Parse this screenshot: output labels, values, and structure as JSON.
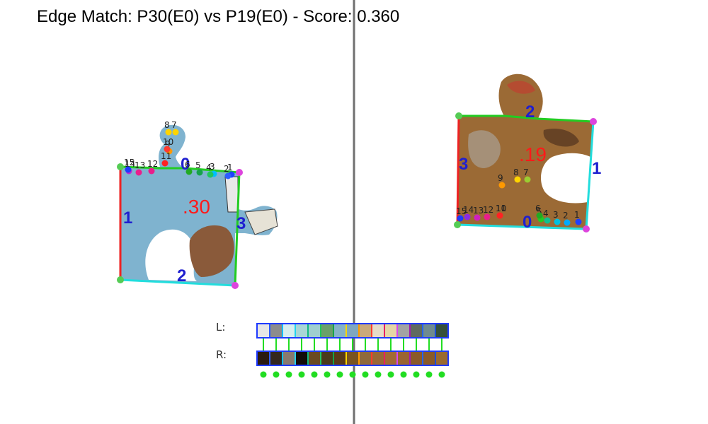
{
  "title": "Edge Match: P30(E0) vs P19(E0) - Score: 0.360",
  "left_piece": {
    "id_label": "30",
    "edge_labels": [
      "0",
      "1",
      "2",
      "3"
    ],
    "point_labels": [
      "1",
      "2",
      "3",
      "4",
      "5",
      "6",
      "7",
      "8",
      "9",
      "10",
      "11",
      "12",
      "13",
      "14",
      "15"
    ],
    "point_colors": [
      "#1e40ff",
      "#2c5cff",
      "#00bfff",
      "#22c55e",
      "#16a34a",
      "#22aa22",
      "#ffd400",
      "#ffd400",
      "#ff9900",
      "#ff3b30",
      "#ff2222",
      "#e91e8c",
      "#e91e8c",
      "#c026d3",
      "#1e3aff"
    ]
  },
  "right_piece": {
    "id_label": "19",
    "edge_labels": [
      "0",
      "1",
      "2",
      "3"
    ],
    "point_labels": [
      "1",
      "2",
      "3",
      "4",
      "5",
      "6",
      "7",
      "8",
      "9",
      "10",
      "11",
      "12",
      "13",
      "14",
      "15"
    ],
    "point_colors": [
      "#1e40ff",
      "#00aaff",
      "#00c0e0",
      "#10c090",
      "#22cc22",
      "#22aa22",
      "#9acd32",
      "#ffd400",
      "#ff9900",
      "#ff3b30",
      "#ff2222",
      "#e91e8c",
      "#d020c0",
      "#8a2be2",
      "#1e3aff"
    ]
  },
  "comparison": {
    "left_label": "L:",
    "right_label": "R:",
    "left_swatches": [
      "#e6e6e6",
      "#8c8c8c",
      "#d7eeee",
      "#a9d6d6",
      "#9fcfcf",
      "#6aa06a",
      "#85b3c8",
      "#7fa7bf",
      "#c9a97a",
      "#e5dbc7",
      "#e5d6a6",
      "#a3a3a3",
      "#5f6a5f",
      "#6f8b8f",
      "#35503a"
    ],
    "right_swatches": [
      "#2a1a10",
      "#34281e",
      "#887a6e",
      "#120c08",
      "#6a4a22",
      "#4a3a1a",
      "#5a3a18",
      "#7a5420",
      "#8f6a3c",
      "#9a6836",
      "#a26a34",
      "#9a6432",
      "#8a5a2a",
      "#8a5a28",
      "#9a6a30"
    ],
    "border_colors": [
      "#1e3aff",
      "#2c5cff",
      "#00bfff",
      "#22d3ee",
      "#10b981",
      "#22c55e",
      "#16a34a",
      "#ffd400",
      "#ff9900",
      "#ff3b30",
      "#e91e63",
      "#d946ef",
      "#a21caf",
      "#2563eb",
      "#1d4ed8"
    ],
    "connector_color": "#22dd22",
    "dot_color": "#22dd22"
  }
}
